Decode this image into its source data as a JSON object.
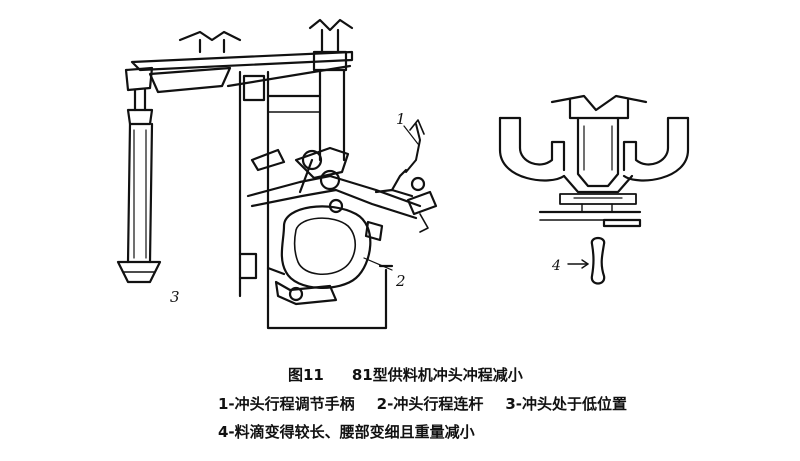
{
  "figure": {
    "callouts": {
      "c1": "1",
      "c2": "2",
      "c3": "3",
      "c4": "4"
    }
  },
  "caption": {
    "figure_number": "图11",
    "title": "81型供料机冲头冲程减小",
    "legend_1": "1-冲头行程调节手柄",
    "legend_2": "2-冲头行程连杆",
    "legend_3": "3-冲头处于低位置",
    "legend_4": "4-料滴变得较长、腰部变细且重量减小"
  }
}
